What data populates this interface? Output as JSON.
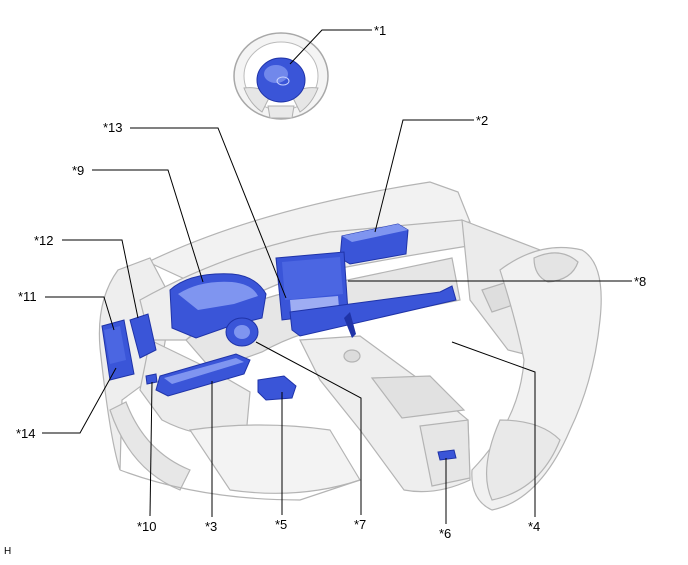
{
  "callouts": [
    {
      "id": "c1",
      "text": "*1"
    },
    {
      "id": "c2",
      "text": "*2"
    },
    {
      "id": "c3",
      "text": "*3"
    },
    {
      "id": "c4",
      "text": "*4"
    },
    {
      "id": "c5",
      "text": "*5"
    },
    {
      "id": "c6",
      "text": "*6"
    },
    {
      "id": "c7",
      "text": "*7"
    },
    {
      "id": "c8",
      "text": "*8"
    },
    {
      "id": "c9",
      "text": "*9"
    },
    {
      "id": "c10",
      "text": "*10"
    },
    {
      "id": "c11",
      "text": "*11"
    },
    {
      "id": "c12",
      "text": "*12"
    },
    {
      "id": "c13",
      "text": "*13"
    },
    {
      "id": "c14",
      "text": "*14"
    }
  ],
  "corner_mark": "H",
  "colors": {
    "component_fill": "#3a55d8",
    "component_dark": "#1f33a8",
    "component_light": "#7f95f0",
    "vehicle_fill": "#eeeeee",
    "vehicle_stroke": "#b4b4b4",
    "leader_line": "#000000"
  }
}
